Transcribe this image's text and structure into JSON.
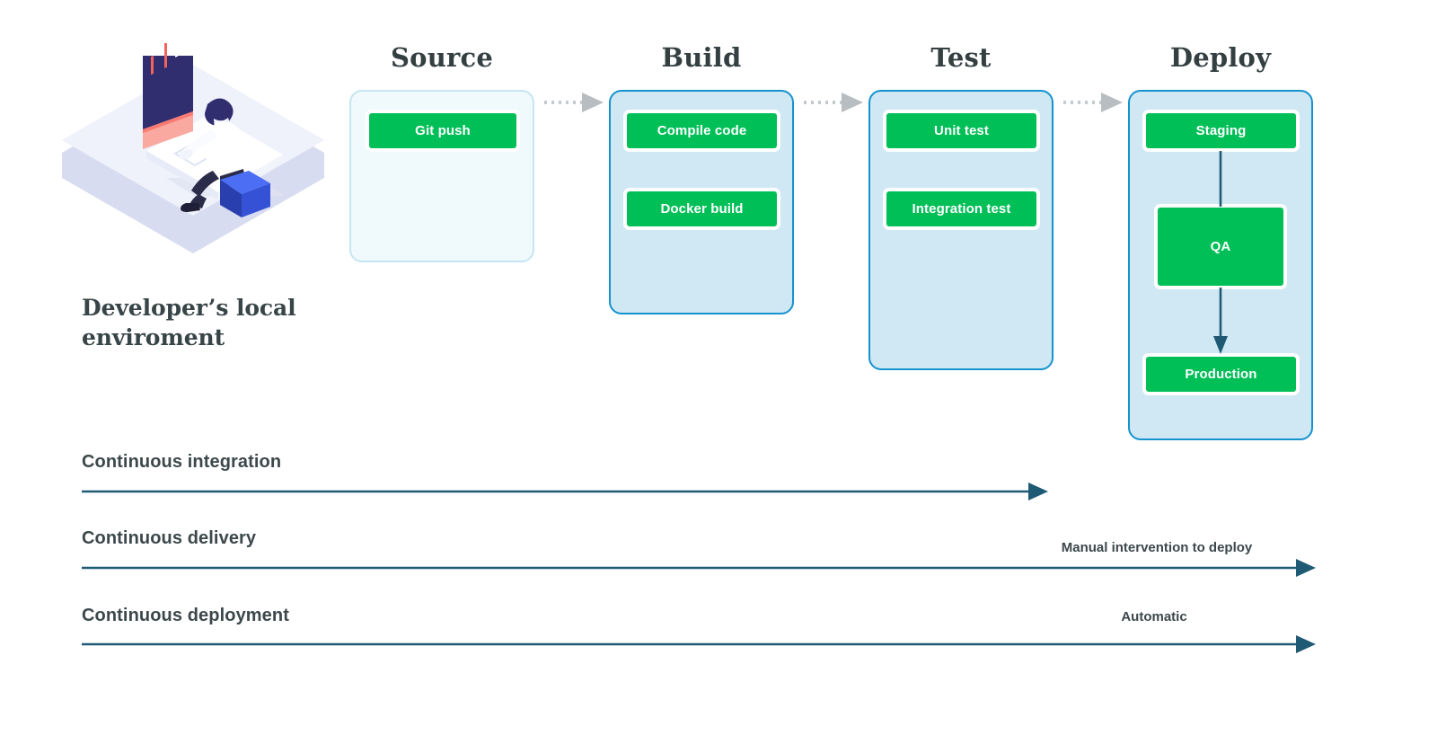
{
  "illustration": {
    "name": "developer-workstation-illustration",
    "caption": "Developer’s local\nenviroment",
    "caption_line1": "Developer’s local",
    "caption_line2": "enviroment"
  },
  "colors": {
    "green": "#00bf57",
    "stage_fill": "#cfe8f4",
    "stage_border": "#1693cf",
    "source_fill": "#f0f9fb",
    "source_border": "#c5e6f2",
    "arrow_teal": "#1f5a74",
    "dotted_gray": "#b9bfc2",
    "heading_text": "#343f42",
    "label_text": "#3c484b"
  },
  "stages": [
    {
      "id": "source",
      "title": "Source",
      "style": "plain",
      "tasks": [
        {
          "label": "Git push"
        }
      ]
    },
    {
      "id": "build",
      "title": "Build",
      "style": "filled",
      "tasks": [
        {
          "label": "Compile code"
        },
        {
          "label": "Docker build"
        }
      ]
    },
    {
      "id": "test",
      "title": "Test",
      "style": "filled",
      "tasks": [
        {
          "label": "Unit test"
        },
        {
          "label": "Integration test"
        }
      ]
    },
    {
      "id": "deploy",
      "title": "Deploy",
      "style": "filled",
      "tasks": [
        {
          "label": "Staging"
        },
        {
          "label": "QA"
        },
        {
          "label": "Production"
        }
      ]
    }
  ],
  "stage_connectors": [
    {
      "from": "source",
      "to": "build",
      "style": "dotted-arrow"
    },
    {
      "from": "build",
      "to": "test",
      "style": "dotted-arrow"
    },
    {
      "from": "test",
      "to": "deploy",
      "style": "dotted-arrow"
    }
  ],
  "deploy_inner_connectors": [
    {
      "from": "Staging",
      "to": "QA",
      "arrowhead": false
    },
    {
      "from": "QA",
      "to": "Production",
      "arrowhead": true
    }
  ],
  "practices": [
    {
      "id": "continuous-integration",
      "label": "Continuous integration",
      "note": "",
      "ends_at_stage": "test"
    },
    {
      "id": "continuous-delivery",
      "label": "Continuous delivery",
      "note": "Manual intervention to deploy",
      "ends_at_stage": "deploy"
    },
    {
      "id": "continuous-deployment",
      "label": "Continuous deployment",
      "note": "Automatic",
      "ends_at_stage": "deploy"
    }
  ]
}
